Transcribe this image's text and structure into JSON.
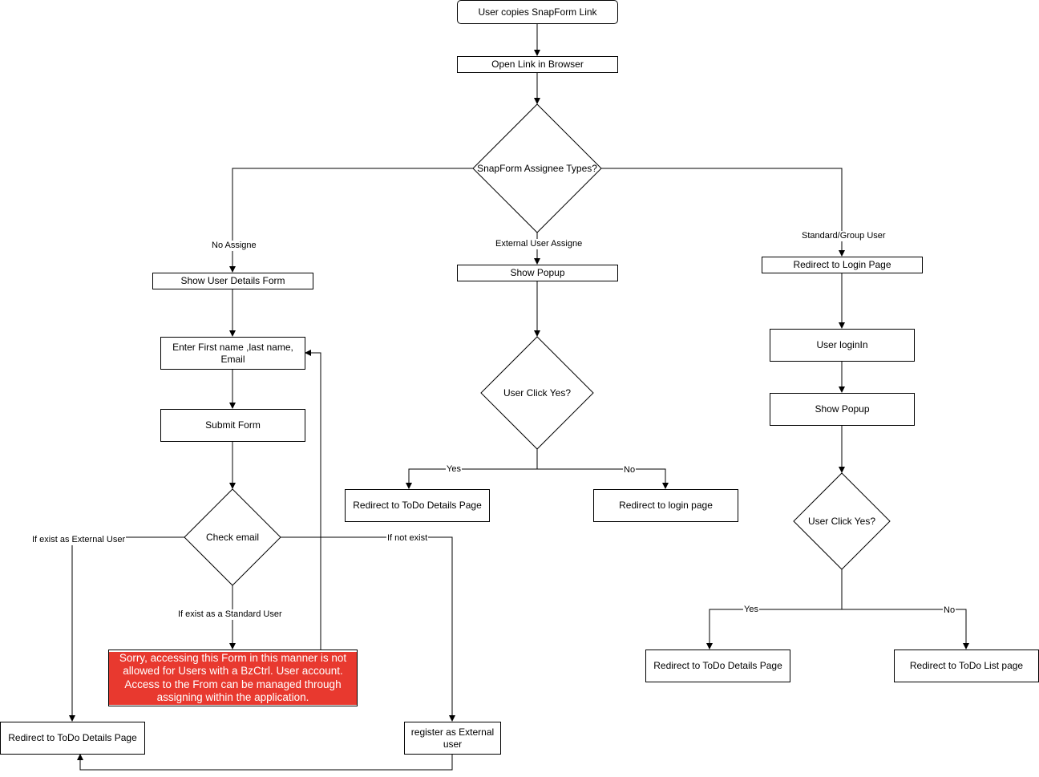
{
  "nodes": {
    "start": "User copies SnapForm Link",
    "open_link": "Open Link in Browser",
    "assignee_types": "SnapForm Assignee Types?",
    "show_user_details_form": "Show User Details Form",
    "enter_details": "Enter First name ,last name, Email",
    "submit_form": "Submit Form",
    "check_email": "Check email",
    "sorry_message": "Sorry, accessing this Form in this manner is not allowed for Users with a BzCtrl. User account. Access to the From can be managed through assigning within the application.",
    "redirect_todo_details_left": "Redirect to ToDo Details Page",
    "register_external": "register as External user",
    "show_popup_mid": "Show Popup",
    "user_click_yes_mid": "User Click Yes?",
    "redirect_todo_details_mid": "Redirect to ToDo Details Page",
    "redirect_login_page_mid": "Redirect to login page",
    "redirect_login_page_right": "Redirect to Login Page",
    "user_login": "User loginIn",
    "show_popup_right": "Show Popup",
    "user_click_yes_right": "User Click Yes?",
    "redirect_todo_details_right": "Redirect to ToDo Details Page",
    "redirect_todo_list_right": "Redirect to ToDo List page"
  },
  "edge_labels": {
    "no_assigne": "No Assigne",
    "external_user_assigne": "External User Assigne",
    "standard_group_user": "Standard/Group User",
    "if_exist_external": "If exist as External User",
    "if_exist_standard": "If exist as a Standard User",
    "if_not_exist": "If not exist",
    "yes_mid": "Yes",
    "no_mid": "No",
    "yes_right": "Yes",
    "no_right": "No"
  },
  "colors": {
    "warning_background": "#e8392f",
    "warning_text": "#ffffff",
    "line": "#000000"
  }
}
